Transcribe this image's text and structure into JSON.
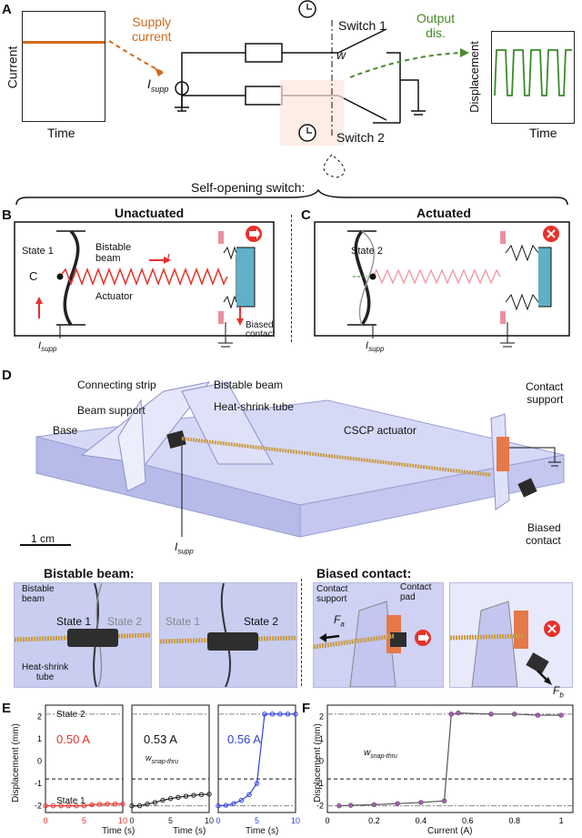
{
  "panels": {
    "A": "A",
    "B": "B",
    "C": "C",
    "D": "D",
    "E": "E",
    "F": "F"
  },
  "a": {
    "current_axis": "Current",
    "time_left": "Time",
    "supply_current": "Supply\ncurrent",
    "i_supp": "I",
    "i_supp_sub": "supp",
    "switch1": "Switch 1",
    "switch2": "Switch 2",
    "w": "w",
    "output": "Output\ndis.",
    "displacement_axis": "Displacement",
    "time_right": "Time",
    "self_opening": "Self-opening switch:"
  },
  "b": {
    "title": "Unactuated",
    "state1": "State 1",
    "bistable_beam": "Bistable\nbeam",
    "c": "C",
    "i": "I",
    "actuator": "Actuator",
    "biased_contact": "Biased\ncontact",
    "i_supp": "I",
    "i_supp_sub": "supp"
  },
  "c": {
    "title": "Actuated",
    "state2": "State 2",
    "i_supp": "I",
    "i_supp_sub": "supp"
  },
  "d": {
    "connecting_strip": "Connecting strip",
    "bistable_beam": "Bistable beam",
    "beam_support": "Beam support",
    "heat_shrink": "Heat-shrink tube",
    "base": "Base",
    "cscp": "CSCP actuator",
    "contact_support": "Contact\nsupport",
    "biased_contact": "Biased\ncontact",
    "scale": "1 cm",
    "i_supp": "I",
    "i_supp_sub": "supp"
  },
  "d_sub": {
    "bistable_title": "Bistable beam:",
    "bistable_beam": "Bistable\nbeam",
    "state1": "State 1",
    "state2": "State 2",
    "heat_shrink": "Heat-shrink\ntube",
    "state1b": "State 1",
    "state2b": "State 2",
    "biased_title": "Biased contact:",
    "contact_support": "Contact\nsupport",
    "contact_pad": "Contact\npad",
    "fa": "F",
    "fa_sub": "a",
    "fb": "F",
    "fb_sub": "b"
  },
  "e": {
    "ylabel": "Displacement (mm)",
    "xlabel": "Time (s)",
    "state2": "State 2",
    "state1": "State 1",
    "wsnap": "w",
    "wsnap_sub": "snap-thru",
    "yticks": [
      "2",
      "1",
      "0",
      "-1",
      "-2"
    ],
    "xticks": [
      "0",
      "5",
      "10"
    ],
    "currents": [
      "0.50 A",
      "0.53 A",
      "0.56 A"
    ]
  },
  "f": {
    "ylabel": "Displacement (mm)",
    "xlabel": "Current (A)",
    "wsnap": "w",
    "wsnap_sub": "snap-thru",
    "yticks": [
      "2",
      "1",
      "0",
      "-1",
      "-2"
    ],
    "xticks": [
      "0",
      "0.2",
      "0.4",
      "0.6",
      "0.8",
      "1"
    ]
  },
  "colors": {
    "red": "#e8312a",
    "black": "#222222",
    "blue": "#2f3fe0",
    "orange": "#d06a1a",
    "green": "#4a8a2a"
  },
  "chart_data": [
    {
      "type": "line",
      "series": [
        {
          "values": [
            -2.0,
            -2.0,
            -2.0,
            -2.0,
            -2.0,
            -2.0,
            -1.95,
            -1.93,
            -1.92,
            -1.92,
            -1.92
          ]
        }
      ],
      "x": [
        0,
        1,
        2,
        3,
        4,
        5,
        6,
        7,
        8,
        9,
        10
      ],
      "current": "0.50 A",
      "xlabel": "Time (s)",
      "ylabel": "Displacement (mm)",
      "ylim": [
        -2.3,
        2.5
      ]
    },
    {
      "type": "line",
      "series": [
        {
          "values": [
            -2.0,
            -2.0,
            -1.92,
            -1.85,
            -1.75,
            -1.68,
            -1.62,
            -1.57,
            -1.53,
            -1.5,
            -1.48
          ]
        }
      ],
      "x": [
        0,
        1,
        2,
        3,
        4,
        5,
        6,
        7,
        8,
        9,
        10
      ],
      "current": "0.53 A",
      "xlabel": "Time (s)",
      "ylabel": "Displacement (mm)",
      "ylim": [
        -2.3,
        2.5
      ]
    },
    {
      "type": "line",
      "series": [
        {
          "values": [
            -2.0,
            -1.98,
            -1.9,
            -1.75,
            -1.5,
            -1.0,
            2.1,
            2.1,
            2.1,
            2.1,
            2.1
          ]
        }
      ],
      "x": [
        0,
        1,
        2,
        3,
        4,
        5,
        6,
        7,
        8,
        9,
        10
      ],
      "current": "0.56 A",
      "xlabel": "Time (s)",
      "ylabel": "Displacement (mm)",
      "ylim": [
        -2.3,
        2.5
      ]
    },
    {
      "type": "line",
      "series": [
        {
          "values": [
            -2.0,
            -1.98,
            -1.95,
            -1.9,
            -1.85,
            -1.78,
            2.1,
            2.15,
            2.1,
            2.1,
            2.05,
            2.05
          ]
        }
      ],
      "x": [
        0.05,
        0.1,
        0.2,
        0.3,
        0.4,
        0.5,
        0.53,
        0.56,
        0.7,
        0.8,
        0.9,
        1.0
      ],
      "xlabel": "Current (A)",
      "ylabel": "Displacement (mm)",
      "ylim": [
        -2.3,
        2.5
      ]
    }
  ]
}
